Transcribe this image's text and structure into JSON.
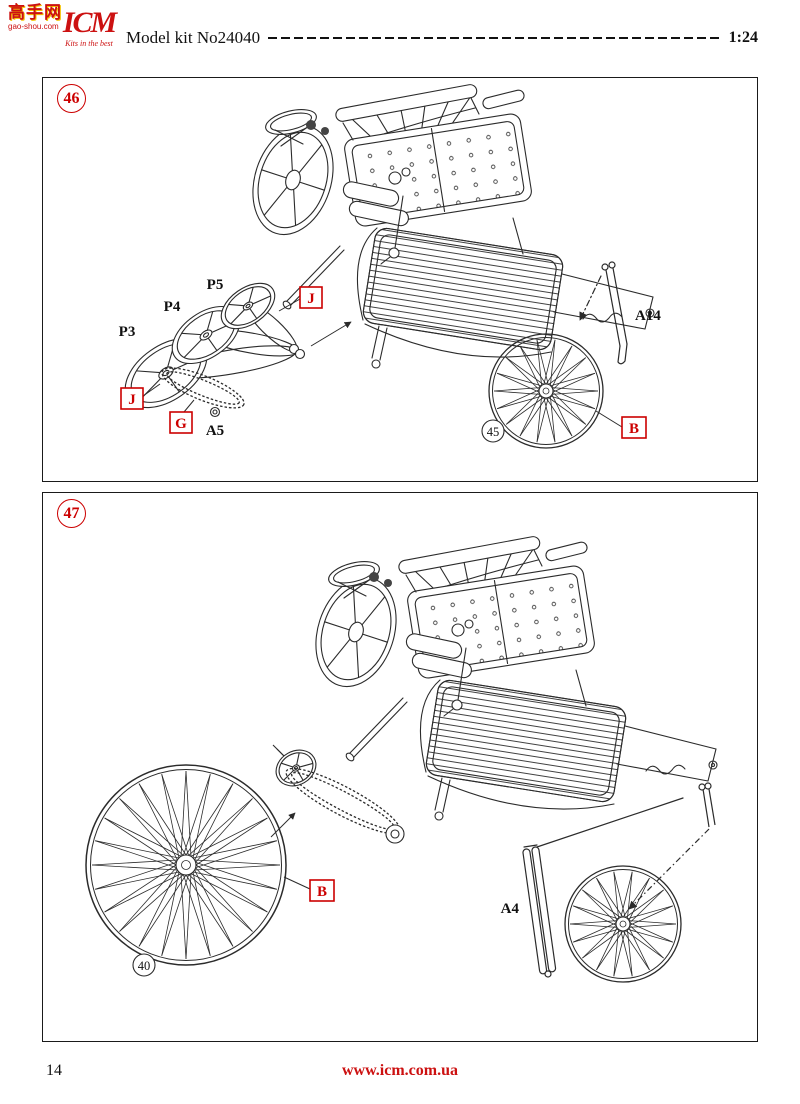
{
  "watermark": {
    "title": "高手网",
    "subtitle": "gao-shou.com"
  },
  "logo": {
    "name": "ICM",
    "tagline": "Kits in the best"
  },
  "header": {
    "kit": "Model kit No24040",
    "scale": "1:24"
  },
  "steps": [
    {
      "number": "46",
      "labels": {
        "p3": "P3",
        "p4": "P4",
        "p5": "P5",
        "j_upper": "J",
        "j_lower": "J",
        "g": "G",
        "a5": "A5",
        "a14": "A14",
        "b": "B",
        "wheel_ref": "45"
      }
    },
    {
      "number": "47",
      "labels": {
        "b": "B",
        "a4": "A4",
        "wheel_ref": "40"
      }
    }
  ],
  "footer": {
    "page": "14",
    "url": "www.icm.com.ua"
  },
  "colors": {
    "accent": "#cc1111",
    "red_label": "#cc0000",
    "line": "#2b2b2b"
  }
}
